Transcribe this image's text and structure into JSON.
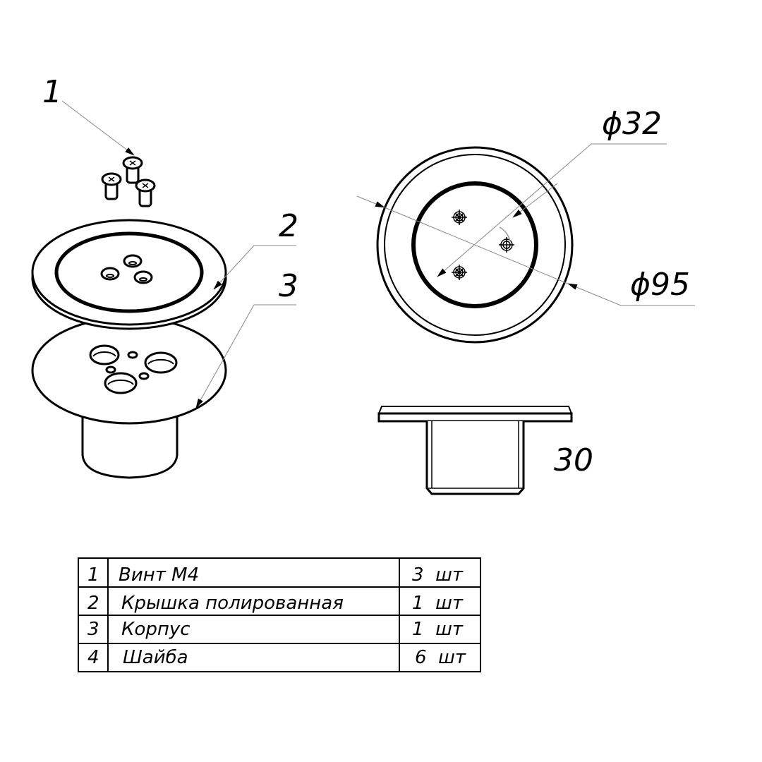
{
  "callouts": {
    "item1": "1",
    "item2": "2",
    "item3": "3"
  },
  "dimensions": {
    "inner_diameter": "ϕ32",
    "outer_diameter": "ϕ95",
    "height": "30"
  },
  "parts_table": {
    "rows": [
      {
        "pos": "1",
        "name": "Винт М4",
        "qty": "3  шт"
      },
      {
        "pos": "2",
        "name": "Крышка полированная",
        "qty": "1  шт"
      },
      {
        "pos": "3",
        "name": "Корпус",
        "qty": "1  шт"
      },
      {
        "pos": "4",
        "name": "Шайба",
        "qty": "6  шт"
      }
    ]
  }
}
